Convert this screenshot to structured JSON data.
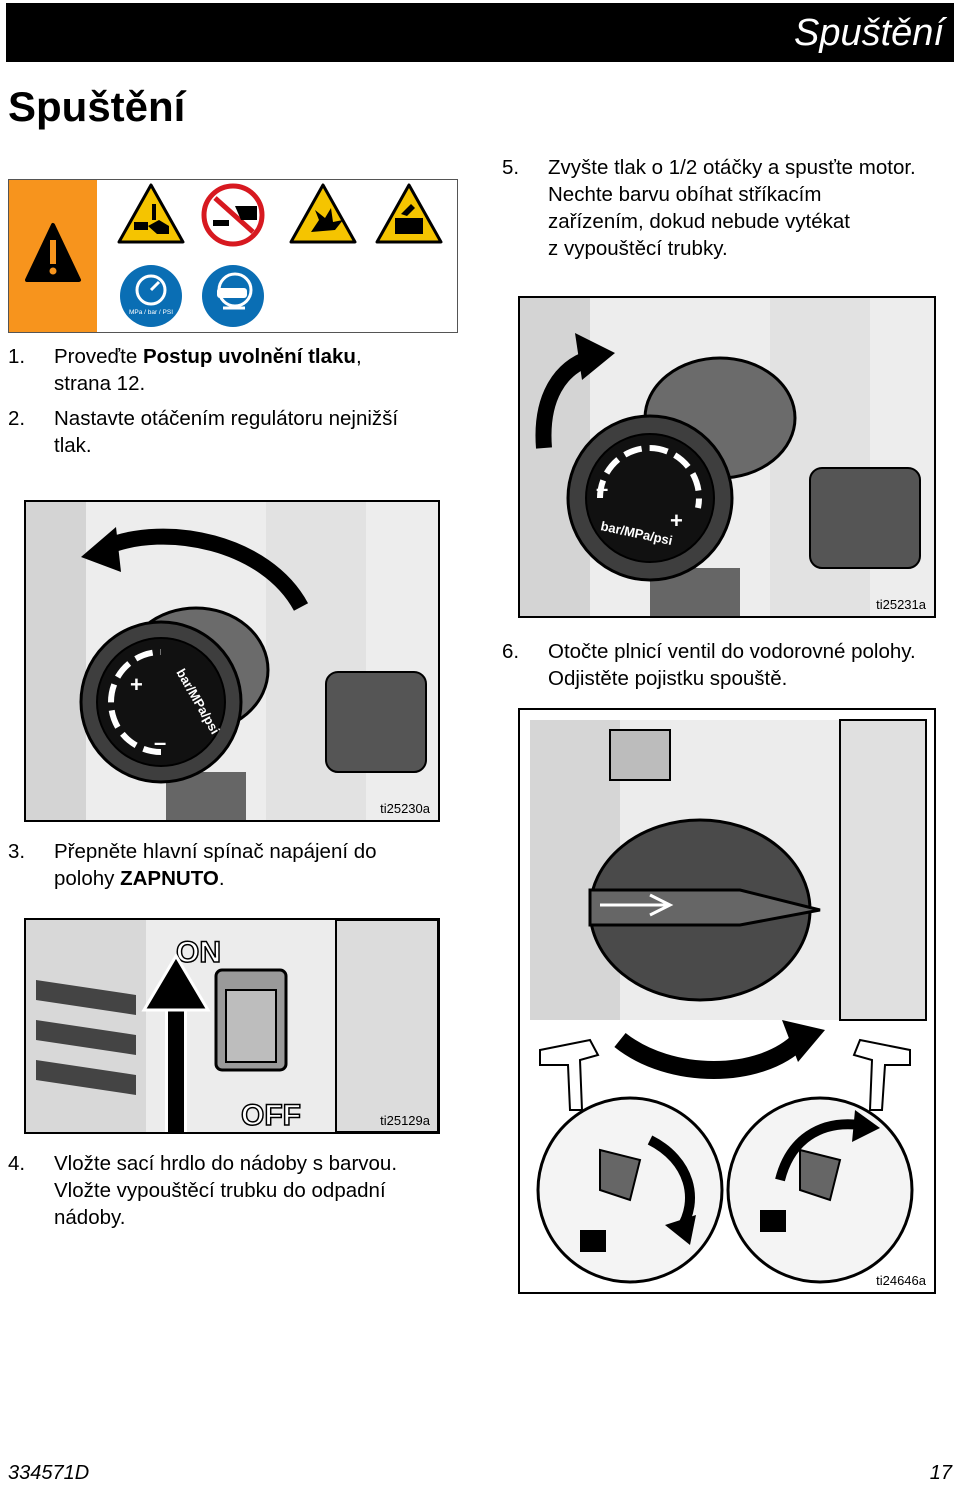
{
  "header": {
    "section_title": "Spuštění"
  },
  "page_title": "Spuštění",
  "warnings": {
    "gauge_label": "MPa / bar / PSI",
    "icons": [
      "general-warning-icon",
      "skin-injection-icon",
      "no-spraying-at-people-icon",
      "explosion-icon",
      "moving-parts-icon",
      "pressure-gauge-icon",
      "eye-protection-icon"
    ]
  },
  "steps": {
    "s1": {
      "num": "1.",
      "pre": "Proveďte ",
      "bold": "Postup uvolnění tlaku",
      "post": ",",
      "line2": "strana 12."
    },
    "s2": {
      "num": "2.",
      "line1": "Nastavte otáčením regulátoru nejnižší",
      "line2": "tlak."
    },
    "s3": {
      "num": "3.",
      "line1": "Přepněte hlavní spínač napájení do",
      "pre2": "polohy ",
      "bold2": "ZAPNUTO",
      "post2": "."
    },
    "s4": {
      "num": "4.",
      "line1": "Vložte sací hrdlo do nádoby s barvou.",
      "line2": "Vložte vypouštěcí trubku do odpadní",
      "line3": "nádoby."
    },
    "s5": {
      "num": "5.",
      "line1": "Zvyšte tlak o 1/2 otáčky a spusťte motor.",
      "line2": "Nechte barvu obíhat stříkacím",
      "line3": "zařízením, dokud nebude vytékat",
      "line4": "z vypouštěcí trubky."
    },
    "s6": {
      "num": "6.",
      "line1": "Otočte plnicí ventil do vodorovné polohy.",
      "line2": "Odjistěte pojistku spouště."
    }
  },
  "figures": {
    "regulator_decrease": {
      "id": "ti25230a",
      "dial_label": "bar/MPa/psi",
      "plus": "+",
      "minus": "–"
    },
    "power_switch": {
      "id": "ti25129a",
      "on_label": "ON",
      "off_label": "OFF"
    },
    "regulator_increase": {
      "id": "ti25231a",
      "dial_label": "bar/MPa/psi",
      "plus": "+",
      "minus": "–"
    },
    "prime_valve": {
      "id": "ti24646a"
    }
  },
  "footer": {
    "doc_number": "334571D",
    "page_number": "17"
  },
  "colors": {
    "warning_orange": "#f7941d",
    "warning_yellow": "#f5c400",
    "mandatory_blue": "#0a6eb4",
    "prohibition_red": "#d71920"
  }
}
